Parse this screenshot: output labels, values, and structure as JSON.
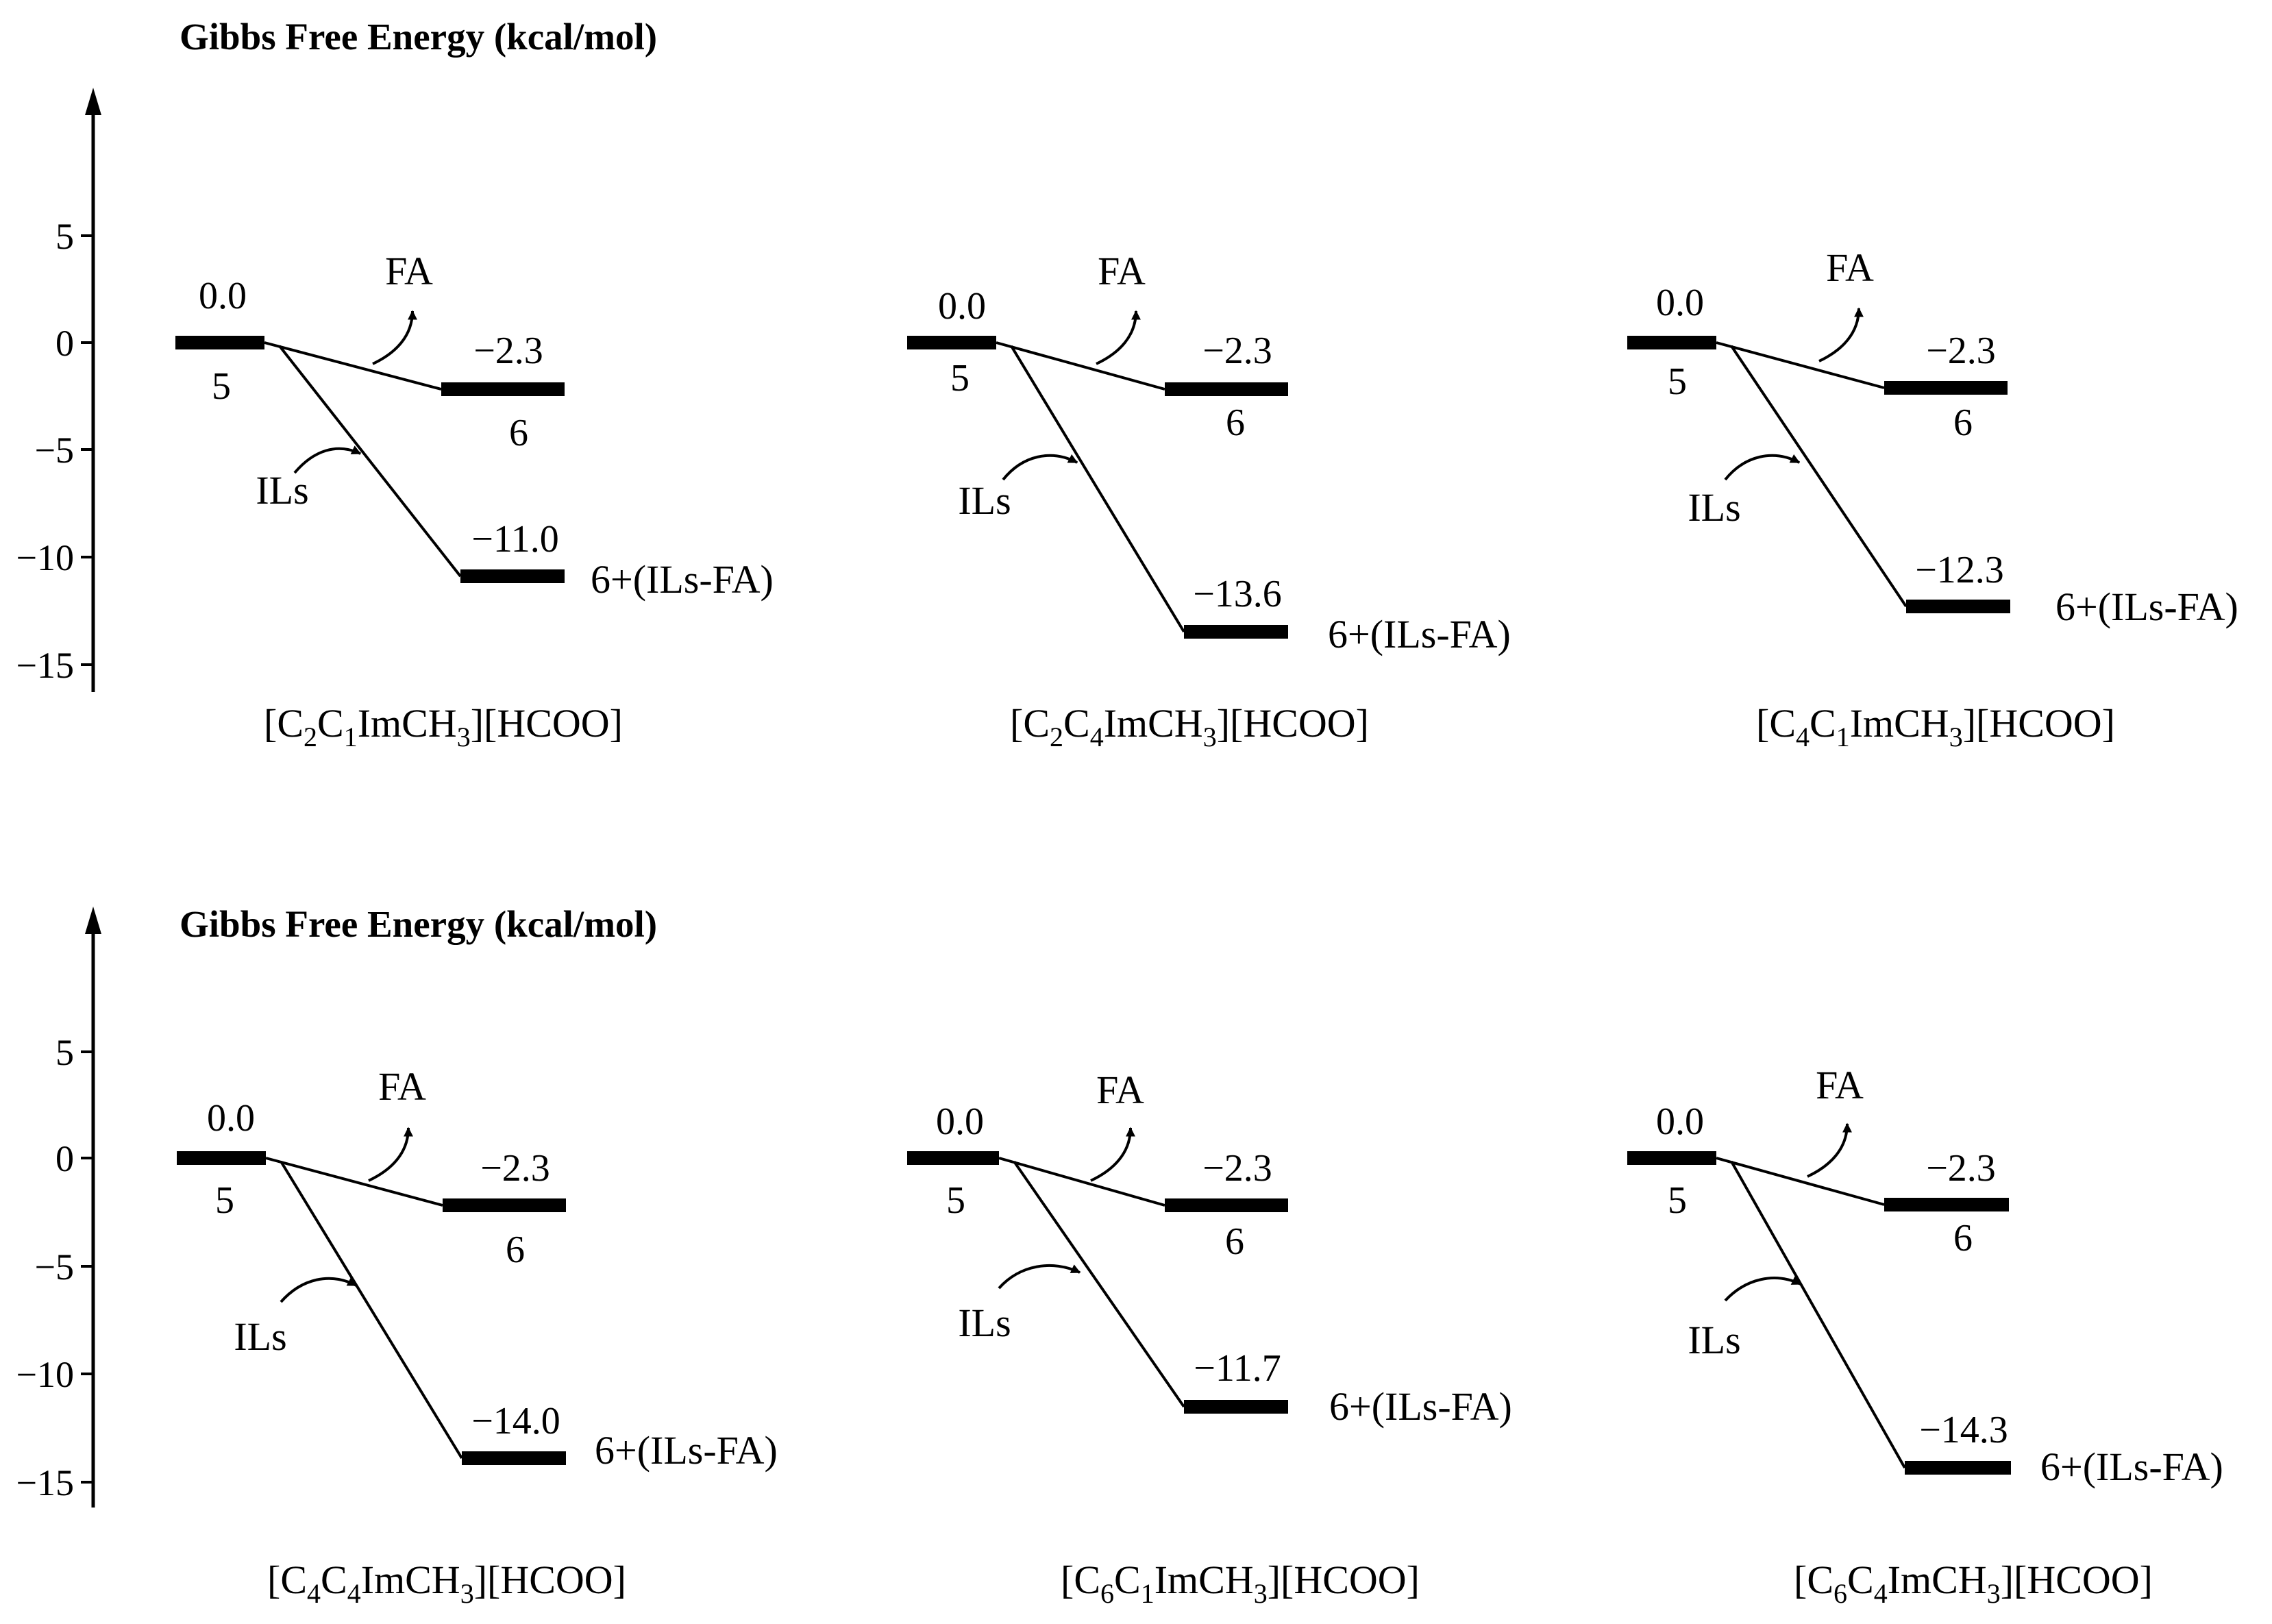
{
  "panels": [
    {
      "title": "Gibbs Free Energy (kcal/mol)",
      "ticks": [
        "5",
        "0",
        "−5",
        "−10",
        "−15"
      ],
      "diagrams": [
        {
          "start_value": "0.0",
          "start_label": "5",
          "fa_label": "FA",
          "fa_value": "−2.3",
          "fa_product": "6",
          "ils_label": "ILs",
          "ils_value": "−11.0",
          "ils_product": "6+(ILs-FA)",
          "caption": [
            [
              "[C",
              ""
            ],
            [
              "2",
              "sub"
            ],
            [
              "C",
              ""
            ],
            [
              "1",
              "sub"
            ],
            [
              "ImCH",
              ""
            ],
            [
              "3",
              "sub"
            ],
            [
              "][HCOO]",
              ""
            ]
          ]
        },
        {
          "start_value": "0.0",
          "start_label": "5",
          "fa_label": "FA",
          "fa_value": "−2.3",
          "fa_product": "6",
          "ils_label": "ILs",
          "ils_value": "−13.6",
          "ils_product": "6+(ILs-FA)",
          "caption": [
            [
              "[C",
              ""
            ],
            [
              "2",
              "sub"
            ],
            [
              "C",
              ""
            ],
            [
              "4",
              "sub"
            ],
            [
              "ImCH",
              ""
            ],
            [
              "3",
              "sub"
            ],
            [
              "][HCOO]",
              ""
            ]
          ]
        },
        {
          "start_value": "0.0",
          "start_label": "5",
          "fa_label": "FA",
          "fa_value": "−2.3",
          "fa_product": "6",
          "ils_label": "ILs",
          "ils_value": "−12.3",
          "ils_product": "6+(ILs-FA)",
          "caption": [
            [
              "[C",
              ""
            ],
            [
              "4",
              "sub"
            ],
            [
              "C",
              ""
            ],
            [
              "1",
              "sub"
            ],
            [
              "ImCH",
              ""
            ],
            [
              "3",
              "sub"
            ],
            [
              "][HCOO]",
              ""
            ]
          ]
        }
      ]
    },
    {
      "title": "Gibbs Free Energy (kcal/mol)",
      "ticks": [
        "5",
        "0",
        "−5",
        "−10",
        "−15"
      ],
      "diagrams": [
        {
          "start_value": "0.0",
          "start_label": "5",
          "fa_label": "FA",
          "fa_value": "−2.3",
          "fa_product": "6",
          "ils_label": "ILs",
          "ils_value": "−14.0",
          "ils_product": "6+(ILs-FA)",
          "caption": [
            [
              "[C",
              ""
            ],
            [
              "4",
              "sub"
            ],
            [
              "C",
              ""
            ],
            [
              "4",
              "sub"
            ],
            [
              "ImCH",
              ""
            ],
            [
              "3",
              "sub"
            ],
            [
              "][HCOO]",
              ""
            ]
          ]
        },
        {
          "start_value": "0.0",
          "start_label": "5",
          "fa_label": "FA",
          "fa_value": "−2.3",
          "fa_product": "6",
          "ils_label": "ILs",
          "ils_value": "−11.7",
          "ils_product": "6+(ILs-FA)",
          "caption": [
            [
              "[C",
              ""
            ],
            [
              "6",
              "sub"
            ],
            [
              "C",
              ""
            ],
            [
              "1",
              "sub"
            ],
            [
              "ImCH",
              ""
            ],
            [
              "3",
              "sub"
            ],
            [
              "][HCOO]",
              ""
            ]
          ]
        },
        {
          "start_value": "0.0",
          "start_label": "5",
          "fa_label": "FA",
          "fa_value": "−2.3",
          "fa_product": "6",
          "ils_label": "ILs",
          "ils_value": "−14.3",
          "ils_product": "6+(ILs-FA)",
          "caption": [
            [
              "[C",
              ""
            ],
            [
              "6",
              "sub"
            ],
            [
              "C",
              ""
            ],
            [
              "4",
              "sub"
            ],
            [
              "ImCH",
              ""
            ],
            [
              "3",
              "sub"
            ],
            [
              "][HCOO]",
              ""
            ]
          ]
        }
      ]
    }
  ]
}
